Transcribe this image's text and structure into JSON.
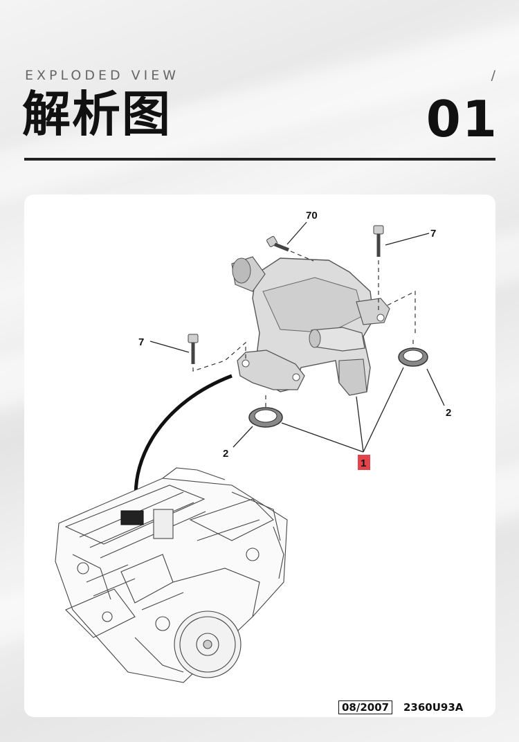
{
  "header": {
    "subtitle": "EXPLODED VIEW",
    "slash": "/",
    "title": "解析图",
    "number": "01"
  },
  "diagram": {
    "callouts": {
      "bolt_top": "70",
      "bolt_right": "7",
      "bolt_left": "7",
      "seal_right": "2",
      "seal_left": "2",
      "part_main": "1"
    },
    "date_code": "08/2007",
    "ref_code": "2360U93A",
    "highlight_color": "#e2444b"
  }
}
